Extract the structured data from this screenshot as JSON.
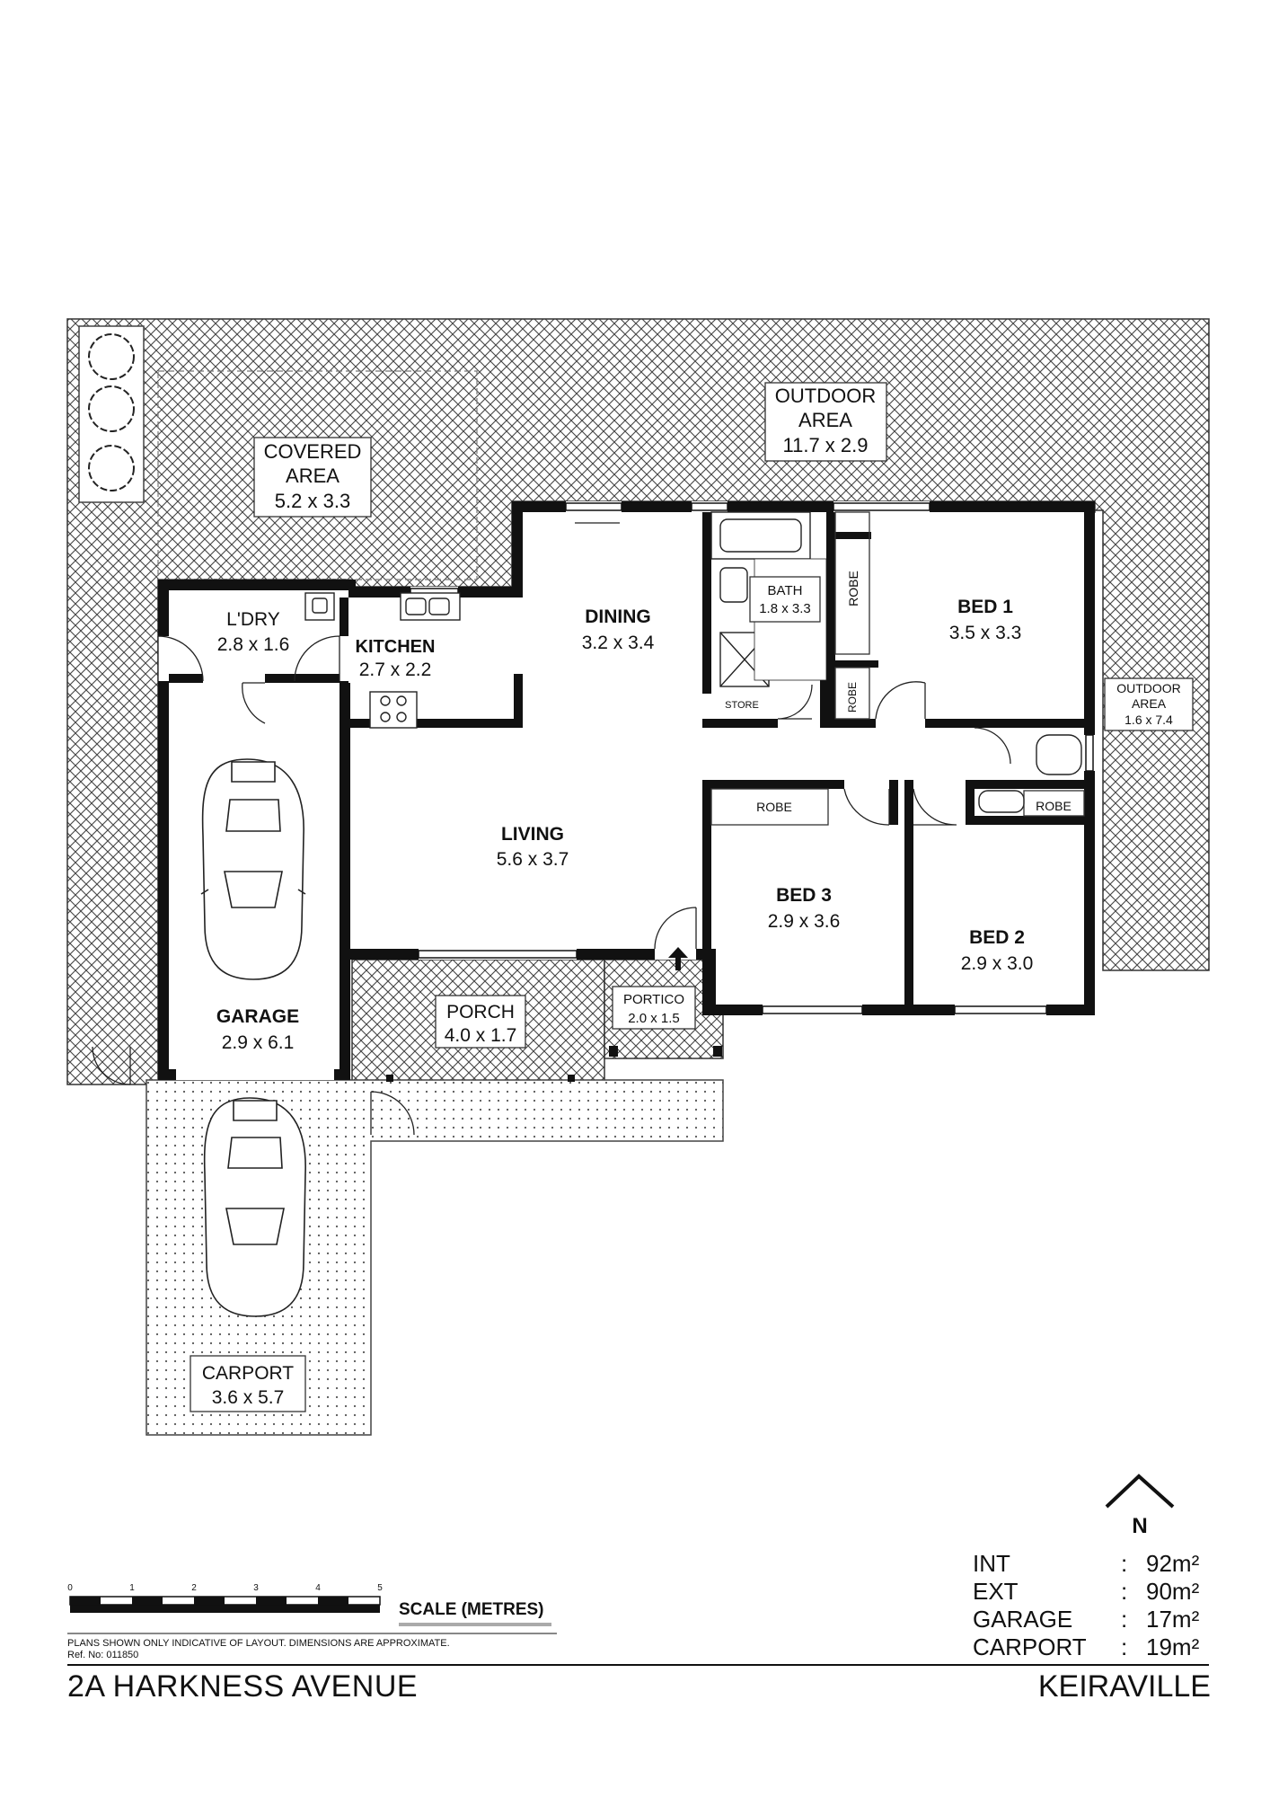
{
  "address": "2A HARKNESS AVENUE",
  "suburb": "KEIRAVILLE",
  "disclaimer": "PLANS SHOWN ONLY INDICATIVE OF LAYOUT.  DIMENSIONS ARE APPROXIMATE.",
  "reference": "Ref. No: 011850",
  "north_label": "N",
  "scale": {
    "label": "SCALE (METRES)",
    "ticks": [
      "0",
      "1",
      "2",
      "3",
      "4",
      "5"
    ]
  },
  "areas": [
    {
      "label": "INT",
      "colon": ":",
      "value": "92m²"
    },
    {
      "label": "EXT",
      "colon": ":",
      "value": "90m²"
    },
    {
      "label": "GARAGE",
      "colon": ":",
      "value": "17m²"
    },
    {
      "label": "CARPORT",
      "colon": ":",
      "value": "19m²"
    }
  ],
  "rooms": {
    "outdoor_main": {
      "name": "OUTDOOR",
      "name2": "AREA",
      "dims": "11.7 x 2.9"
    },
    "covered": {
      "name": "COVERED",
      "name2": "AREA",
      "dims": "5.2 x 3.3"
    },
    "laundry": {
      "name": "L'DRY",
      "dims": "2.8 x 1.6"
    },
    "kitchen": {
      "name": "KITCHEN",
      "dims": "2.7 x 2.2"
    },
    "dining": {
      "name": "DINING",
      "dims": "3.2 x 3.4"
    },
    "bath": {
      "name": "BATH",
      "dims": "1.8 x 3.3"
    },
    "store": {
      "name": "STORE"
    },
    "robe_bed1": {
      "name": "ROBE"
    },
    "robe_small": {
      "name": "ROBE"
    },
    "bed1": {
      "name": "BED 1",
      "dims": "3.5 x 3.3"
    },
    "outdoor_side": {
      "name": "OUTDOOR",
      "name2": "AREA",
      "dims": "1.6 x 7.4"
    },
    "living": {
      "name": "LIVING",
      "dims": "5.6 x 3.7"
    },
    "robe_bed3": {
      "name": "ROBE"
    },
    "bed3": {
      "name": "BED 3",
      "dims": "2.9 x 3.6"
    },
    "robe_bed2": {
      "name": "ROBE"
    },
    "bed2": {
      "name": "BED 2",
      "dims": "2.9 x 3.0"
    },
    "garage": {
      "name": "GARAGE",
      "dims": "2.9 x 6.1"
    },
    "porch": {
      "name": "PORCH",
      "dims": "4.0 x 1.7"
    },
    "portico": {
      "name": "PORTICO",
      "dims": "2.0 x 1.5"
    },
    "carport": {
      "name": "CARPORT",
      "dims": "3.6 x 5.7"
    }
  }
}
